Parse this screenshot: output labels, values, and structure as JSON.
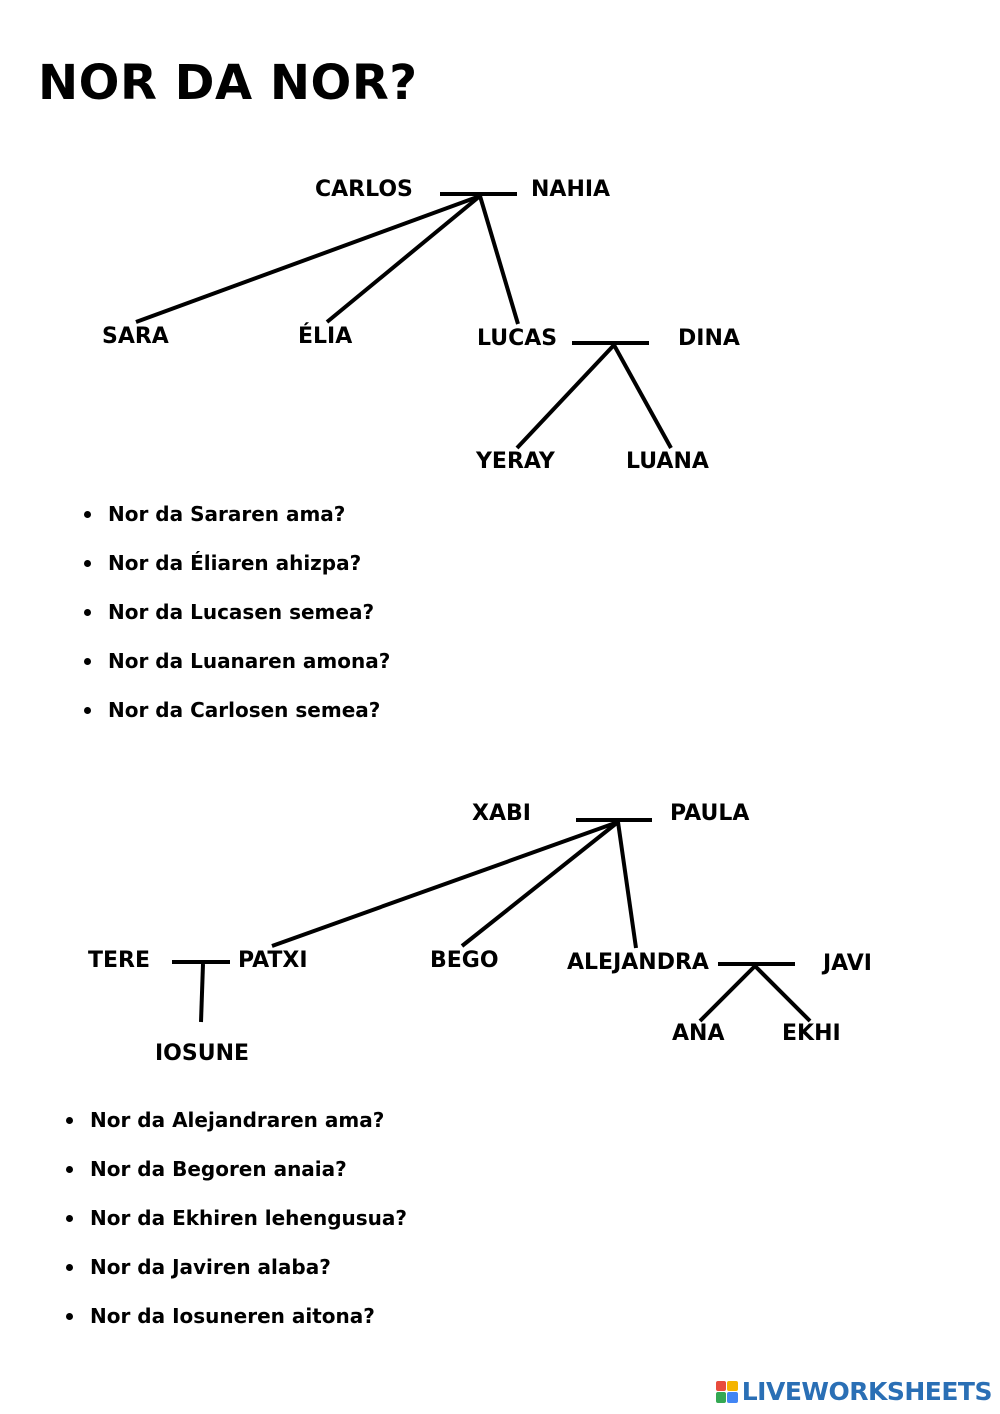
{
  "title": "NOR DA NOR?",
  "tree1": {
    "names": {
      "carlos": "CARLOS",
      "nahia": "NAHIA",
      "sara": "SARA",
      "elia": "ÉLIA",
      "lucas": "LUCAS",
      "dina": "DINA",
      "yeray": "YERAY",
      "luana": "LUANA"
    }
  },
  "questions1": [
    "Nor da Sararen ama?",
    "Nor da Éliaren ahizpa?",
    "Nor da Lucasen semea?",
    "Nor da Luanaren amona?",
    "Nor da Carlosen semea?"
  ],
  "tree2": {
    "names": {
      "xabi": "XABI",
      "paula": "PAULA",
      "tere": "TERE",
      "patxi": "PATXI",
      "bego": "BEGO",
      "alejandra": "ALEJANDRA",
      "javi": "JAVI",
      "iosune": "IOSUNE",
      "ana": "ANA",
      "ekhi": "EKHI"
    }
  },
  "questions2": [
    "Nor da Alejandraren ama?",
    "Nor da Begoren anaia?",
    "Nor da Ekhiren lehengusua?",
    "Nor da Javiren alaba?",
    "Nor da Iosuneren aitona?"
  ],
  "brand": {
    "text": "LIVEWORKSHEETS",
    "logo_icon": "liveworksheets-logo-icon",
    "colors": {
      "text": "#2a6fb5",
      "logo": [
        "#e84c3d",
        "#f4b400",
        "#34a853",
        "#4285f4"
      ]
    }
  }
}
